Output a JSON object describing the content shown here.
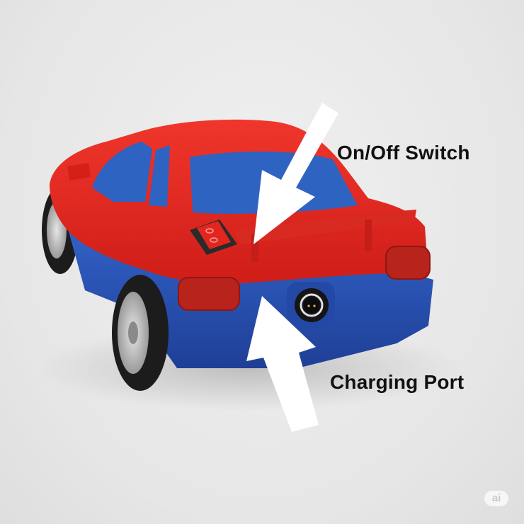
{
  "image": {
    "subject": "red and blue toy car, rear three-quarter view",
    "background_color": "#e9e9e9"
  },
  "annotations": [
    {
      "id": "switch",
      "label": "On/Off Switch",
      "arrow_direction": "down-left",
      "target": "rocker switch on rear deck"
    },
    {
      "id": "port",
      "label": "Charging Port",
      "arrow_direction": "up-left",
      "target": "round barrel charging socket on rear bumper"
    }
  ],
  "colors": {
    "body_red": "#e2231f",
    "body_blue": "#2a55b8",
    "window_blue": "#2f63c2",
    "taillight": "#b8231c",
    "tire": "#1c1c1c",
    "arrow": "#ffffff"
  },
  "watermark": {
    "text": "ai"
  }
}
